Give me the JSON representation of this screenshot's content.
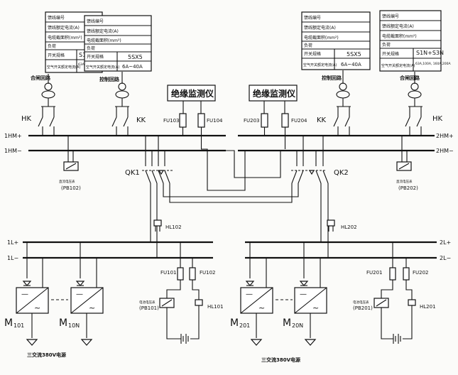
{
  "spec_table_left": {
    "rows": [
      "馈线编号",
      "馈线额定电流(A)",
      "电缆截面积(mm²)",
      "负荷",
      "开关规格",
      "空气开关额定电流(A)"
    ],
    "breaker": "S1N+S3N",
    "current": "63A,100A, 160A,200A"
  },
  "spec_table_left2": {
    "rows": [
      "馈线编号",
      "馈线额定电流(A)",
      "电缆截面积(mm²)",
      "负荷",
      "开关规格",
      "空气开关额定电流(A)"
    ],
    "breaker": "5SX5",
    "current": "6A~40A"
  },
  "spec_table_right2": {
    "rows": [
      "馈线编号",
      "馈线额定电流(A)",
      "电缆截面积(mm²)",
      "负荷",
      "开关规格",
      "空气开关额定电流(A)"
    ],
    "breaker": "5SX5",
    "current": "6A~40A"
  },
  "spec_table_right": {
    "rows": [
      "馈线编号",
      "馈线额定电流(A)",
      "电缆截面积(mm²)",
      "负荷",
      "开关规格",
      "空气开关额定电流(A)"
    ],
    "breaker": "S1N+S3N",
    "current": "63A,100A, 160A,200A"
  },
  "labels": {
    "closing_circuit": "合闸回路",
    "control_circuit": "控制回路",
    "insulation_monitor": "绝缘监测仪",
    "hk": "HK",
    "kk": "KK",
    "fu103": "FU103",
    "fu104": "FU104",
    "fu203": "FU203",
    "fu204": "FU204",
    "bus_1hm_plus": "1HM+",
    "bus_1hm_minus": "1HM−",
    "bus_2hm_plus": "2HM+",
    "bus_2hm_minus": "2HM−",
    "pb102": "(PB102)",
    "pb202": "(PB202)",
    "pb_caption": "直流电压表",
    "qk1": "QK1",
    "qk2": "QK2",
    "hl102": "HL102",
    "hl202": "HL202",
    "bus_1l_plus": "1L+",
    "bus_1l_minus": "1L−",
    "bus_2l_plus": "2L+",
    "bus_2l_minus": "2L−",
    "fu101": "FU101",
    "fu102": "FU102",
    "fu201": "FU201",
    "fu202": "FU202",
    "pb101": "(PB101)",
    "pb201": "(PB201)",
    "battery_caption": "电池电压表",
    "hl101": "HL101",
    "hl201": "HL201",
    "m101": "M",
    "m101_sub": "101",
    "m10n": "M",
    "m10n_sub": "10N",
    "m201": "M",
    "m201_sub": "201",
    "m20n": "M",
    "m20n_sub": "20N",
    "ac_left": "三交流380V电源",
    "ac_right": "三交流380V电源"
  }
}
